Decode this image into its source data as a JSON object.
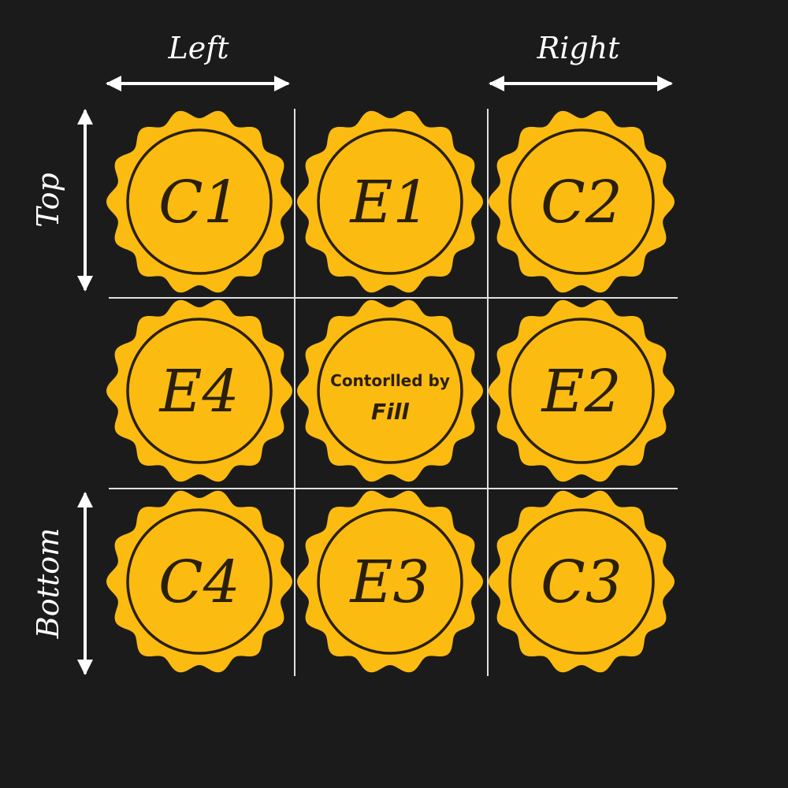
{
  "axes": {
    "left": "Left",
    "right": "Right",
    "top": "Top",
    "bottom": "Bottom"
  },
  "cells": {
    "c1": "C1",
    "e1": "E1",
    "c2": "C2",
    "e4": "E4",
    "e2": "E2",
    "c4": "C4",
    "e3": "E3",
    "c3": "C3"
  },
  "center": {
    "line1": "Contorlled by",
    "line2": "Fill"
  },
  "colors": {
    "background": "#1b1b1b",
    "seal": "#fbbb10",
    "ink": "#2a1f0a",
    "arrow": "#ffffff",
    "grid": "#ffffff"
  }
}
